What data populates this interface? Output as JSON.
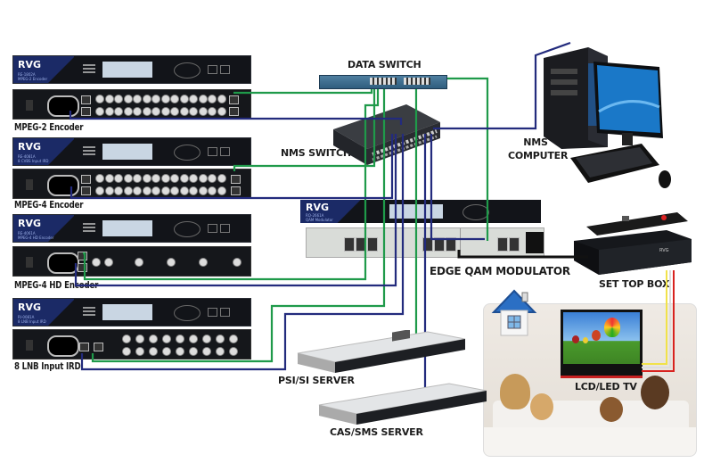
{
  "diagram": {
    "title": "RVG Digital Headend Network",
    "brand": "RVG",
    "devices": {
      "mpeg2_encoder": {
        "label": "MPEG-2 Encoder",
        "model_line": "RE-1802A",
        "desc_line": "MPEG-2 Encoder"
      },
      "mpeg4_encoder": {
        "label": "MPEG-4 Encoder",
        "model_line": "RE-4081A",
        "desc_line": "8 CVBS Input IRD"
      },
      "mpeg4_hd_encoder": {
        "label": "MPEG-4 HD Encoder",
        "model_line": "RE-4061A",
        "desc_line": "MPEG-4 HD Encoder"
      },
      "lnb_ird": {
        "label": "8 LNB Input IRD",
        "model_line": "RI-0081A",
        "desc_line": "8 LNB Input IRD"
      },
      "data_switch": {
        "label": "DATA SWITCH"
      },
      "nms_switch": {
        "label": "NMS SWITCH"
      },
      "nms_computer": {
        "label_line1": "NMS",
        "label_line2": "COMPUTER"
      },
      "edge_qam": {
        "label": "EDGE QAM MODULATOR",
        "model_line": "RQ-2661A",
        "desc_line": "QAM Modulator"
      },
      "set_top_box": {
        "label": "SET TOP BOX"
      },
      "tv": {
        "label": "LCD/LED TV"
      },
      "psi_si_server": {
        "label": "PSI/SI SERVER"
      },
      "cas_sms_server": {
        "label": "CAS/SMS SERVER"
      }
    },
    "connections": [
      {
        "from": "mpeg2_encoder",
        "to": "data_switch",
        "type": "data"
      },
      {
        "from": "mpeg2_encoder",
        "to": "nms_switch",
        "type": "nms"
      },
      {
        "from": "mpeg4_encoder",
        "to": "data_switch",
        "type": "data"
      },
      {
        "from": "mpeg4_encoder",
        "to": "nms_switch",
        "type": "nms"
      },
      {
        "from": "mpeg4_hd_encoder",
        "to": "data_switch",
        "type": "data"
      },
      {
        "from": "mpeg4_hd_encoder",
        "to": "nms_switch",
        "type": "nms"
      },
      {
        "from": "lnb_ird",
        "to": "data_switch",
        "type": "data"
      },
      {
        "from": "lnb_ird",
        "to": "nms_switch",
        "type": "nms"
      },
      {
        "from": "data_switch",
        "to": "edge_qam",
        "type": "data"
      },
      {
        "from": "data_switch",
        "to": "psi_si_server",
        "type": "data"
      },
      {
        "from": "nms_switch",
        "to": "nms_computer",
        "type": "nms"
      },
      {
        "from": "nms_switch",
        "to": "edge_qam",
        "type": "nms"
      },
      {
        "from": "nms_switch",
        "to": "cas_sms_server",
        "type": "nms"
      },
      {
        "from": "edge_qam",
        "to": "set_top_box",
        "type": "rf"
      },
      {
        "from": "set_top_box",
        "to": "tv",
        "type": "av"
      }
    ],
    "colors": {
      "data": "#1f9a4a",
      "nms": "#232b7d",
      "rf": "#111111",
      "av_yellow": "#f1e24a",
      "av_red": "#d8231f",
      "av_white": "#dddddd"
    }
  }
}
